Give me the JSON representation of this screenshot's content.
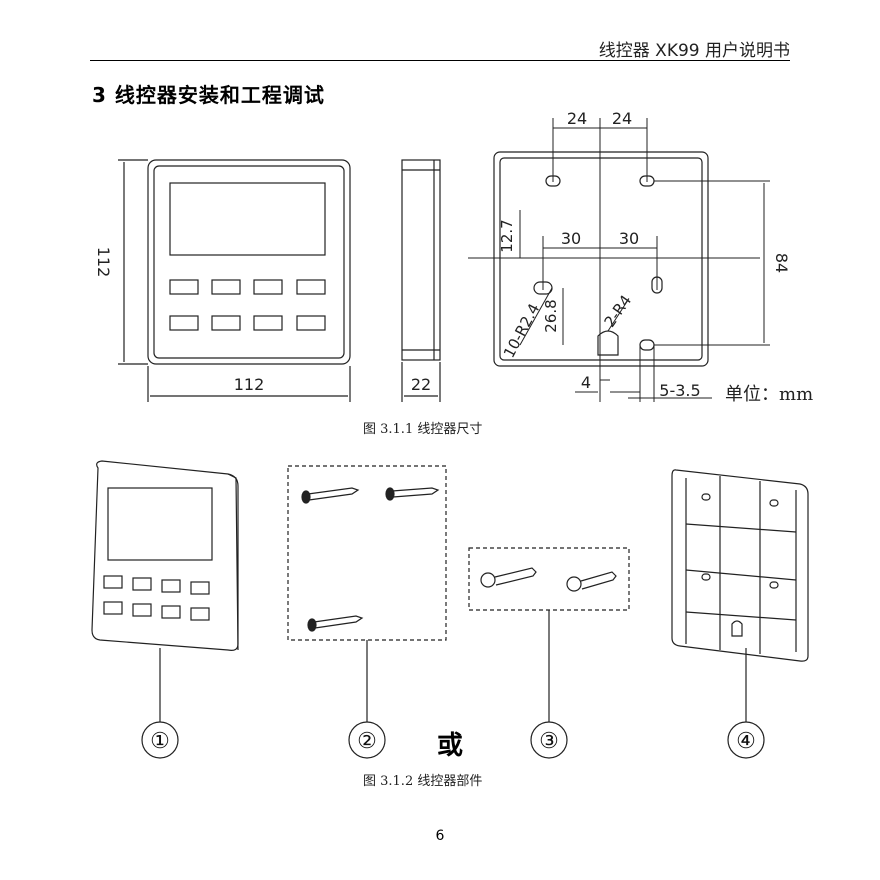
{
  "header": {
    "title": "线控器 XK99 用户说明书"
  },
  "section": {
    "title": "3 线控器安装和工程调试"
  },
  "figure1": {
    "caption": "图 3.1.1 线控器尺寸",
    "front": {
      "height": "112",
      "width": "112"
    },
    "side": {
      "depth": "22"
    },
    "back": {
      "dim_top_left": "24",
      "dim_top_right": "24",
      "dim_mid_left": "30",
      "dim_mid_right": "30",
      "dim_vertical_left": "12.7",
      "dim_right": "84",
      "dim_26": "26.8",
      "dim_r24": "10-R2.4",
      "dim_r4": "2-R4",
      "dim_4": "4",
      "dim_35": "5-3.5"
    },
    "unit": "单位：mm"
  },
  "figure2": {
    "caption": "图 3.1.2 线控器部件",
    "labels": [
      "①",
      "②",
      "③",
      "④"
    ],
    "or_text": "或"
  },
  "page": {
    "number": "6"
  }
}
